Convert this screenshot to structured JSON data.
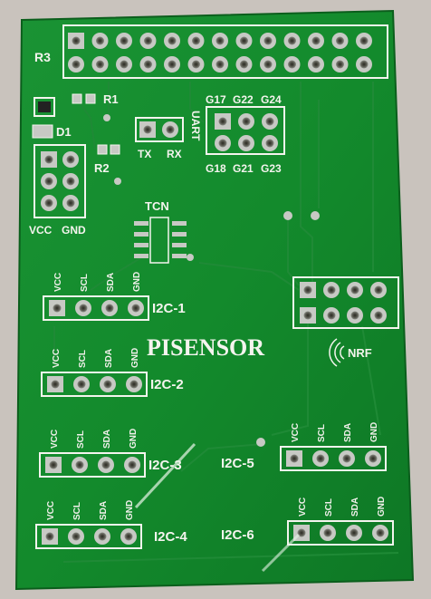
{
  "board": {
    "title": "PISENSOR",
    "logo_text": "NRF",
    "colors": {
      "substrate": "#138a2c",
      "substrate_dark": "#0e6f22",
      "silkscreen": "#f4f4ee",
      "pad": "#c7c9c4",
      "background": "#c9c3bd"
    },
    "labels": {
      "r3": "R3",
      "r1": "R1",
      "r2": "R2",
      "d1": "D1",
      "tx": "TX",
      "rx": "RX",
      "uart": "UART",
      "tcn": "TCN",
      "vcc": "VCC",
      "gnd": "GND",
      "g17": "G17",
      "g22": "G22",
      "g24": "G24",
      "g18": "G18",
      "g21": "G21",
      "g23": "G23"
    },
    "pins": [
      "VCC",
      "SCL",
      "SDA",
      "GND"
    ],
    "pins_b": [
      "VCC",
      "SCL",
      "SDA",
      "GND"
    ],
    "i2c": [
      "I2C-1",
      "I2C-2",
      "I2C-3",
      "I2C-4",
      "I2C-5",
      "I2C-6"
    ]
  }
}
